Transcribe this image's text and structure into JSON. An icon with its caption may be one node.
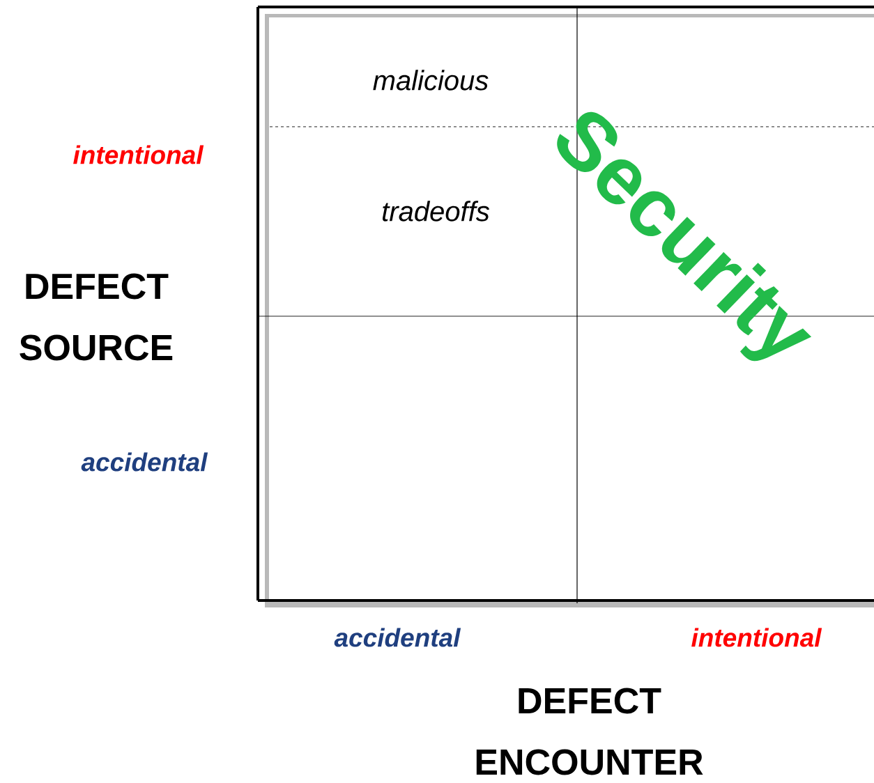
{
  "diagram": {
    "labels": [
      "malicious",
      "Security",
      "intentional",
      "tradeoffs",
      "DEFECT SOURCE",
      "accidental",
      "accidental",
      "intentional",
      "DEFECT ENCOUNTER"
    ]
  }
}
